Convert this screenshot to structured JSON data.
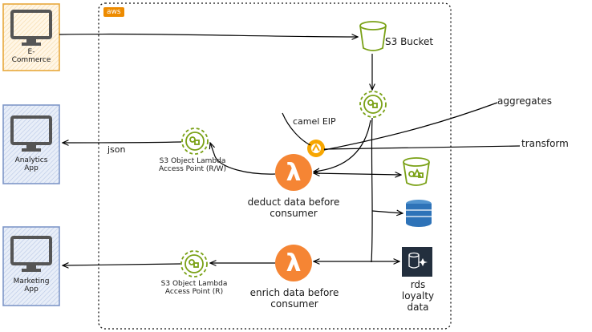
{
  "cloud": {
    "badge": "aws"
  },
  "clients": {
    "ecommerce": {
      "label": "E-\nCommerce"
    },
    "analytics": {
      "label": "Analytics\nApp"
    },
    "marketing": {
      "label": "Marketing\nApp"
    }
  },
  "nodes": {
    "s3_bucket": {
      "label": "S3 Bucket"
    },
    "access_point_rw": {
      "label": "S3 Object Lambda\nAccess Point (R/W)"
    },
    "access_point_r": {
      "label": "S3 Object Lambda\nAccess Point (R)"
    },
    "lambda_deduct": {
      "label": "deduct data before\nconsumer"
    },
    "lambda_enrich": {
      "label": "enrich data before\nconsumer"
    },
    "rds": {
      "label": "rds\nloyalty\ndata"
    }
  },
  "annotations": {
    "camel": "camel EIP",
    "aggregates": "aggregates",
    "transform": "transform",
    "json": "json"
  },
  "colors": {
    "aws_orange": "#ed8b00",
    "lambda_orange": "#f58534",
    "s3_green": "#7aa116",
    "dynamo_blue": "#2e73b8",
    "rds_dark": "#232f3e",
    "client_blue": "#a9bde0",
    "client_orange": "#f5c77a"
  }
}
